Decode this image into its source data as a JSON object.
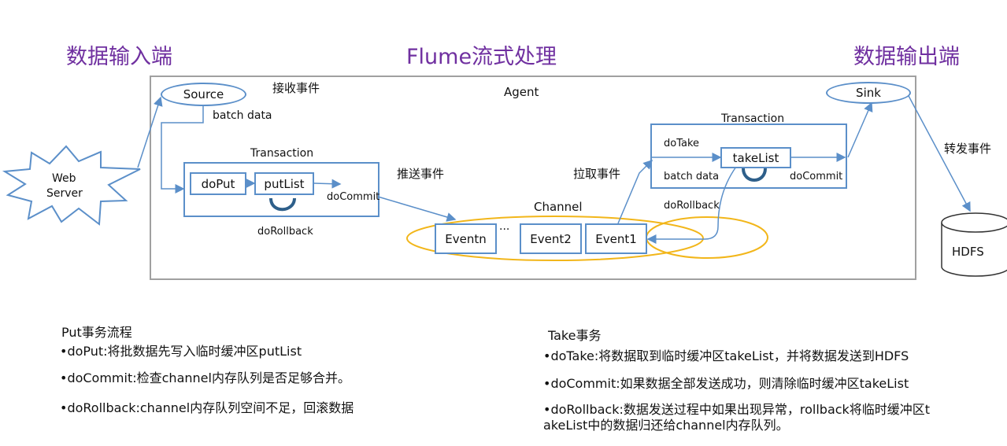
{
  "titles": {
    "input_side": "数据输入端",
    "center": "Flume流式处理",
    "output_side": "数据输出端"
  },
  "diagram": {
    "agent_label": "Agent",
    "source_label": "Source",
    "sink_label": "Sink",
    "web_server_line1": "Web",
    "web_server_line2": "Server",
    "hdfs_label": "HDFS",
    "receive_event": "接收事件",
    "batch_data_left": "batch data",
    "put_transaction_label": "Transaction",
    "doput_label": "doPut",
    "putlist_label": "putList",
    "docommit_left": "doCommit",
    "dorollback_left": "doRollback",
    "push_event": "推送事件",
    "channel_label": "Channel",
    "eventn_label": "Eventn",
    "ellipsis": "...",
    "event2_label": "Event2",
    "event1_label": "Event1",
    "pull_event": "拉取事件",
    "take_transaction_label": "Transaction",
    "dotake_label": "doTake",
    "batch_data_right": "batch data",
    "takelist_label": "takeList",
    "docommit_right": "doCommit",
    "dorollback_right": "doRollback",
    "forward_event": "转发事件"
  },
  "put_notes": {
    "heading": "Put事务流程",
    "line1": "•doPut:将批数据先写入临时缓冲区putList",
    "line2": "•doCommit:检查channel内存队列是否足够合并。",
    "line3": "•doRollback:channel内存队列空间不足，回滚数据"
  },
  "take_notes": {
    "heading": "Take事务",
    "line1": "•doTake:将数据取到临时缓冲区takeList，并将数据发送到HDFS",
    "line2": "•doCommit:如果数据全部发送成功，则清除临时缓冲区takeList",
    "line3a": "•doRollback:数据发送过程中如果出现异常，rollback将临时缓冲区t",
    "line3b": "akeList中的数据归还给channel内存队列。"
  },
  "colors": {
    "title": "#7030a0",
    "box_border": "#5b8fc9",
    "channel_ellipse": "#f2b61a"
  }
}
